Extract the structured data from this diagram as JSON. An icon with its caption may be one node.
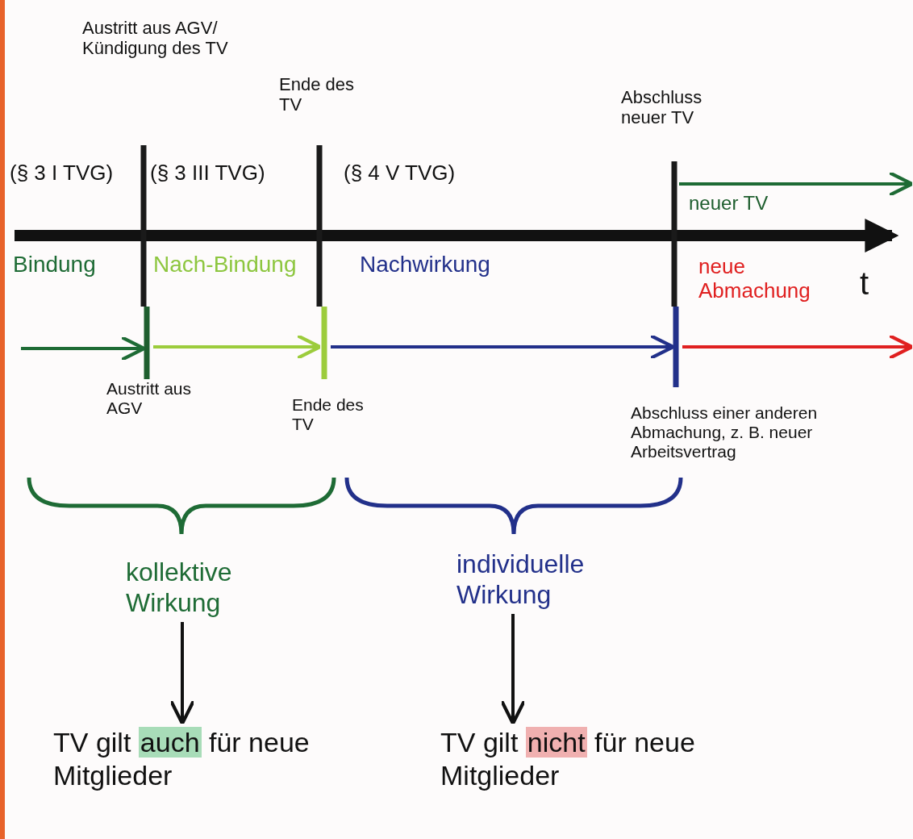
{
  "diagram": {
    "nodes": [
      {
        "text": [
          "kollektive Wirkung"
        ]
      },
      {
        "text": [
          "individuelle Wirkung"
        ]
      },
      {
        "text": [
          "TV gilt **auch** für neue Mitglieder"
        ]
      },
      {
        "text": [
          "TV gilt **nicht** für neue Mitglieder"
        ]
      }
    ],
    "edges": [
      {
        "from": 0,
        "to": 2,
        "arrow": "to"
      },
      {
        "from": 1,
        "to": 3,
        "arrow": "to"
      }
    ],
    "labels": [
      "Austritt aus AGV/ Kündigung des TV",
      "Ende des TV",
      "Abschluss neuer TV",
      "(§ 3 I TVG)",
      "(§ 3 III TVG)",
      "(§ 4 V TVG)",
      "neuer TV",
      "Bindung",
      "Nach-Bindung",
      "Nachwirkung",
      "neue Abmachung",
      "t",
      "Austritt aus AGV",
      "Ende des TV",
      "Abschluss einer anderen Abmachung, z. B. neuer Arbeitsvertrag"
    ]
  }
}
